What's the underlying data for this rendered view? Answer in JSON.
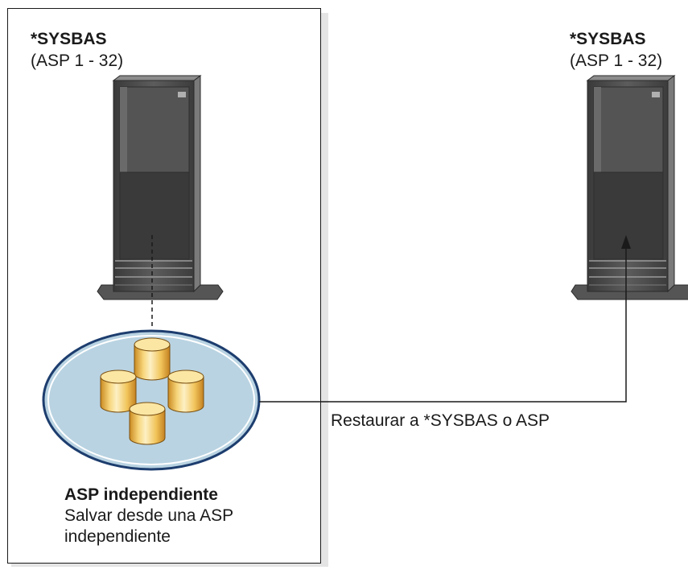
{
  "source_system": {
    "title": "*SYSBAS",
    "subtitle": "(ASP 1 - 32)"
  },
  "target_system": {
    "title": "*SYSBAS",
    "subtitle": "(ASP 1 - 32)"
  },
  "independent_asp": {
    "title": "ASP independiente",
    "description_line1": "Salvar desde una ASP",
    "description_line2": "independiente"
  },
  "restore_arrow": {
    "label": "Restaurar a *SYSBAS o ASP"
  },
  "colors": {
    "box_border": "#1a1a1a",
    "box_shadow": "#e4e4e4",
    "disk_fill": "#b9d3e2",
    "disk_stroke": "#1d3d6e",
    "cylinder_light": "#fbe6a4",
    "cylinder_dark": "#d99a2b",
    "server_body": "#4a4a4a",
    "indicator": "#e08a5e"
  },
  "icons": {
    "server": "tower-server-icon",
    "disk_pool": "database-cylinders-icon"
  }
}
